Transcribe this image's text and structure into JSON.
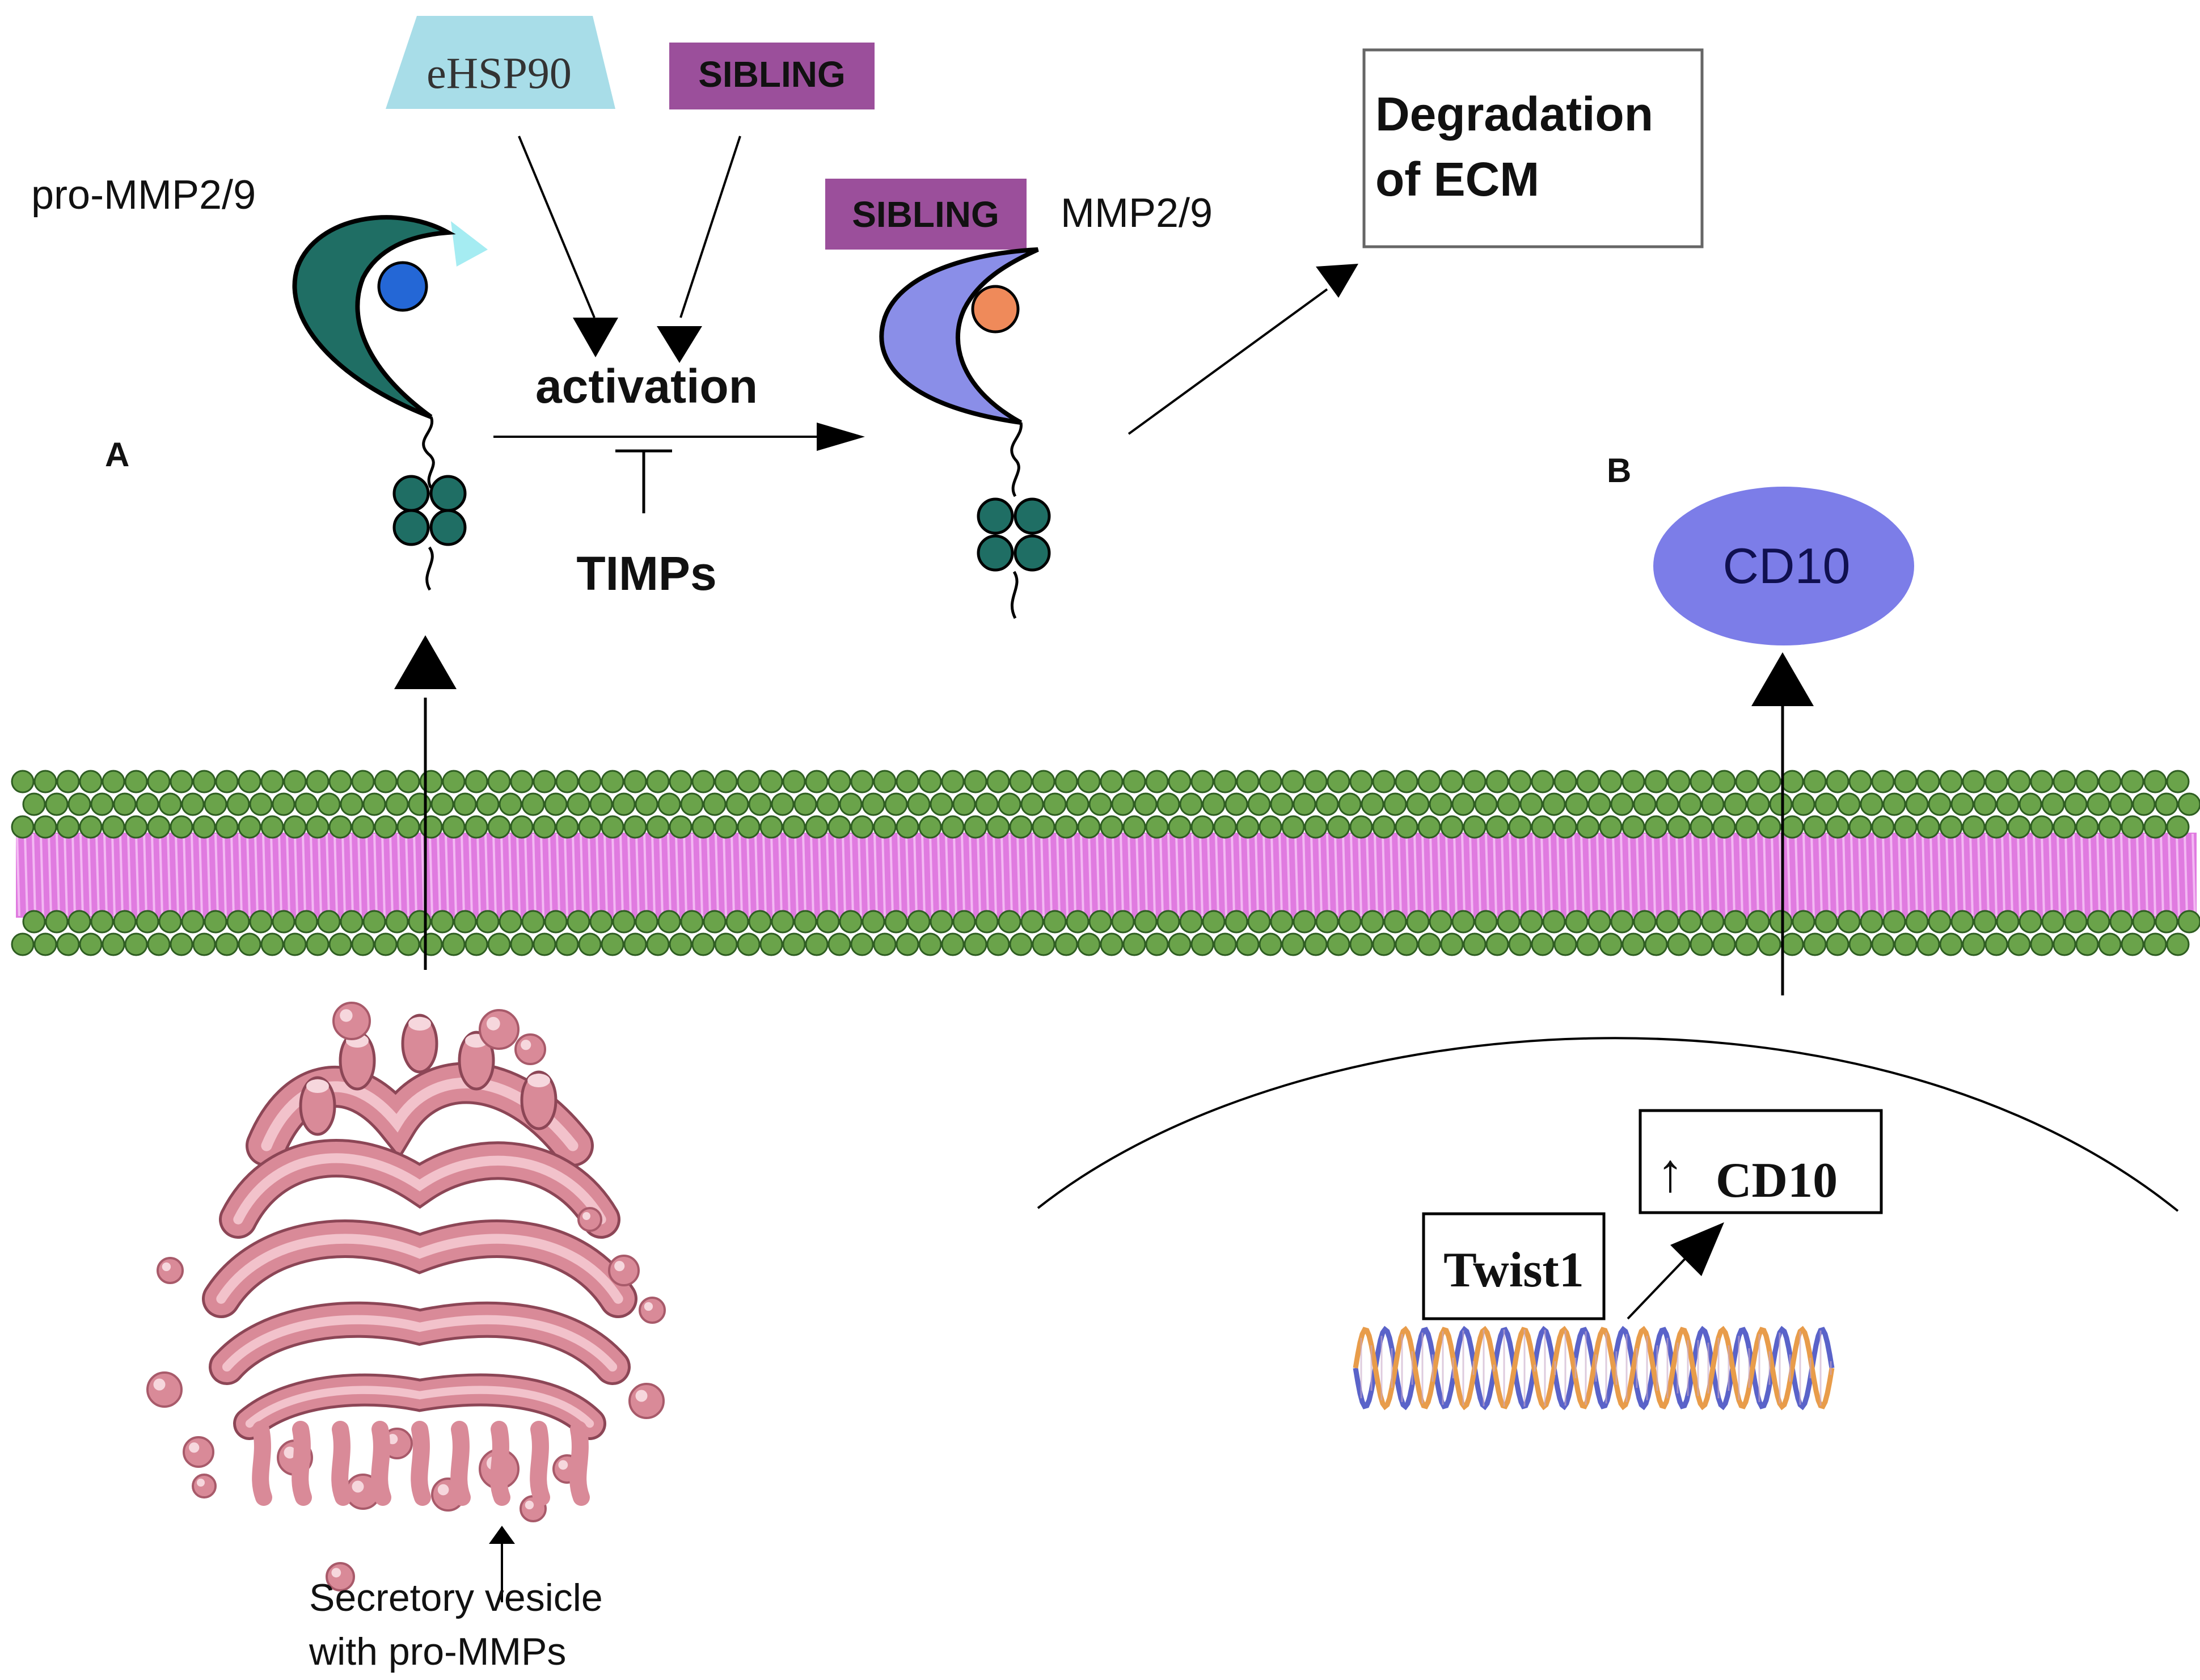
{
  "colors": {
    "ehsp90_fill": "#a8dde8",
    "sibling_fill": "#9b4f9b",
    "pro_mmp_body": "#1f6e64",
    "mmp_body": "#8a8ee8",
    "pro_mmp_ball": "#2467d6",
    "mmp_ball": "#ef8a5a",
    "membrane_head": "#6aa34a",
    "membrane_tail": "#e07be0",
    "cd10_fill": "#7c7de8",
    "golgi": "#d98a98",
    "dna_strand_a": "#e89c4a",
    "dna_strand_b": "#5a63c9"
  },
  "labels": {
    "ehsp90": "eHSP90",
    "sibling_top": "SIBLING",
    "sibling_bound": "SIBLING",
    "pro_mmp": "pro-MMP2/9",
    "mmp": "MMP2/9",
    "activation": "activation",
    "timps": "TIMPs",
    "degradation_line1": "Degradation",
    "degradation_line2": "of ECM",
    "panel_a": "A",
    "panel_b": "B",
    "cd10": "CD10",
    "twist1": "Twist1",
    "cd10_up_arrow": "↑",
    "cd10_up_text": "CD10",
    "vesicle_line1": "Secretory vesicle",
    "vesicle_line2": "with pro-MMPs"
  },
  "icons": {
    "pro_mmp": "pro-mmp-protein-icon",
    "mmp": "active-mmp-protein-icon",
    "membrane": "lipid-bilayer-icon",
    "golgi": "golgi-apparatus-icon",
    "dna": "dna-helix-icon",
    "nucleus": "nuclear-envelope-icon"
  }
}
